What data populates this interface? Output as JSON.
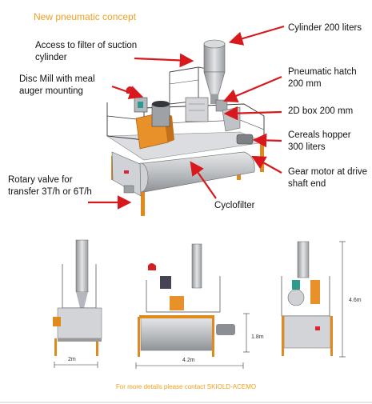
{
  "title": "New pneumatic concept",
  "labels": {
    "access_filter": "Access to filter of suction cylinder",
    "disc_mill": "Disc Mill with meal auger mounting",
    "rotary_valve": "Rotary valve for transfer 3T/h or 6T/h",
    "cylinder": "Cylinder 200 liters",
    "pneumatic_hatch": "Pneumatic hatch 200 mm",
    "box_2d": "2D box  200 mm",
    "cereals_hopper": "Cereals hopper 300 liters",
    "gear_motor": "Gear motor at drive shaft end",
    "cyclofilter": "Cyclofilter"
  },
  "dimensions": {
    "width_left": "2m",
    "length_front": "4.2m",
    "height_front": "1.8m",
    "height_total": "4.6m"
  },
  "footer": "For more details please contact SKIOLD-ACEMO",
  "colors": {
    "accent": "#f0a020",
    "arrow": "#d8181c",
    "frame": "#e08a1e",
    "steel": "#b9bcc0"
  }
}
